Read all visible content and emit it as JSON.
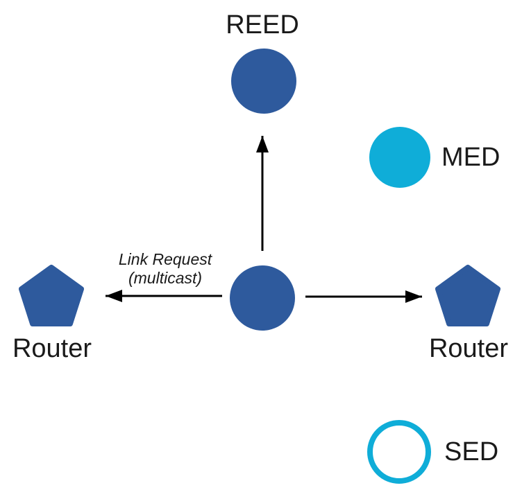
{
  "colors": {
    "node-blue": "#2E5A9D",
    "accent-cyan": "#0FADD8",
    "arrow": "#000000",
    "text": "#1A1A1A",
    "bg": "#FFFFFF"
  },
  "nodes": {
    "reed": {
      "label": "REED",
      "shape": "circle",
      "fill": "solid-blue"
    },
    "med": {
      "label": "MED",
      "shape": "circle",
      "fill": "solid-cyan"
    },
    "center": {
      "label": "",
      "shape": "circle",
      "fill": "solid-blue"
    },
    "router_left": {
      "label": "Router",
      "shape": "pentagon",
      "fill": "solid-blue"
    },
    "router_right": {
      "label": "Router",
      "shape": "pentagon",
      "fill": "solid-blue"
    },
    "sed": {
      "label": "SED",
      "shape": "circle",
      "fill": "outline-cyan"
    }
  },
  "annotation": {
    "line1": "Link Request",
    "line2": "(multicast)"
  },
  "edges": [
    {
      "from": "center",
      "to": "reed",
      "style": "arrow"
    },
    {
      "from": "center",
      "to": "router_left",
      "style": "arrow",
      "label": "Link Request (multicast)"
    },
    {
      "from": "center",
      "to": "router_right",
      "style": "arrow"
    }
  ]
}
